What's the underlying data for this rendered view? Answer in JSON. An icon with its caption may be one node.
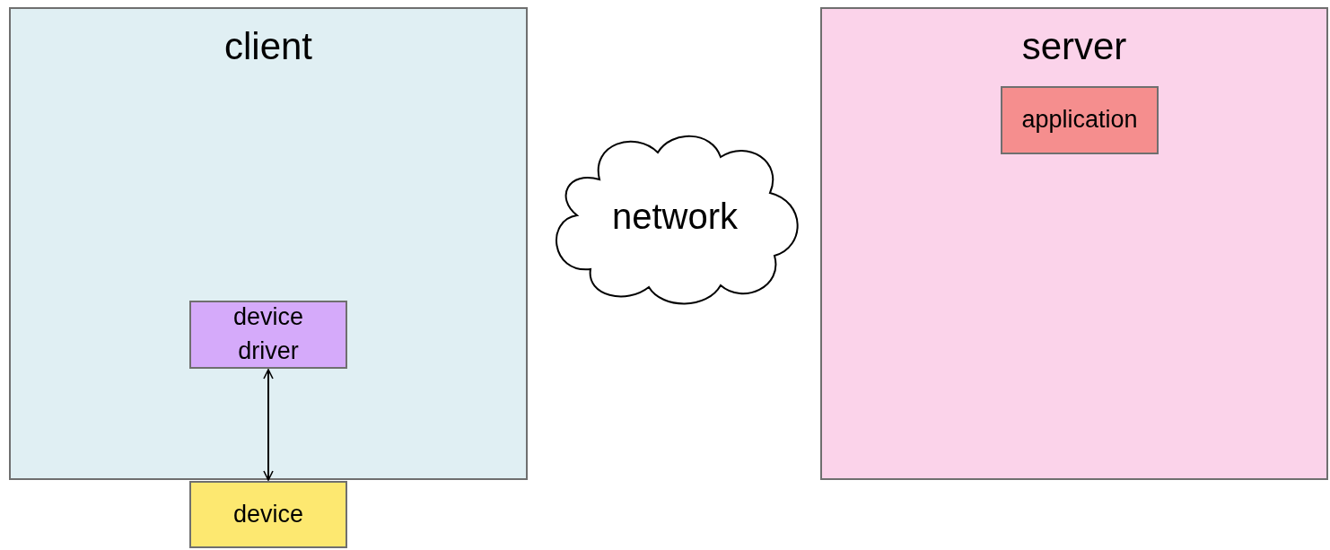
{
  "diagram": {
    "nodes": [
      {
        "text": [
          "client"
        ]
      },
      {
        "text": [
          "device driver"
        ],
        "in": 0
      },
      {
        "text": [
          "device"
        ]
      },
      {
        "text": [
          "network"
        ]
      },
      {
        "text": [
          "server"
        ]
      },
      {
        "text": [
          "application"
        ],
        "in": 4
      }
    ],
    "edges": [
      {
        "from": 1,
        "to": 2,
        "arrow": "both"
      }
    ]
  }
}
